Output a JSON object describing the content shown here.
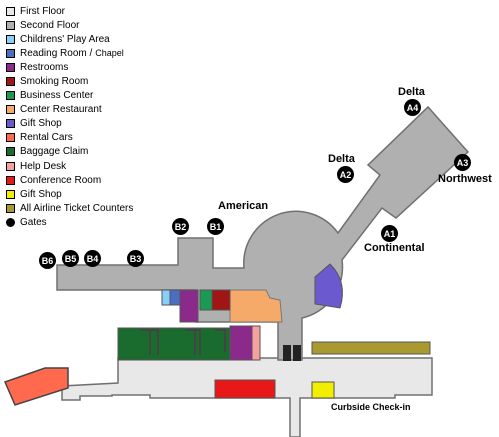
{
  "legend": {
    "items": [
      {
        "label": "First Floor",
        "color": "#e8e8e8"
      },
      {
        "label": "Second Floor",
        "color": "#b0b0b0"
      },
      {
        "label": "Childrens' Play Area",
        "color": "#87cefa"
      },
      {
        "label": "Reading Room /",
        "sub": "Chapel",
        "color": "#4a6fc0"
      },
      {
        "label": "Restrooms",
        "color": "#8b2a8b"
      },
      {
        "label": "Smoking Room",
        "color": "#a01515"
      },
      {
        "label": "Business Center",
        "color": "#1a9a55"
      },
      {
        "label": "Center Restaurant",
        "color": "#f6aa6a"
      },
      {
        "label": "Gift Shop",
        "color": "#6a5acd"
      },
      {
        "label": "Rental Cars",
        "color": "#ff6a4f"
      },
      {
        "label": "Baggage Claim",
        "color": "#1a6b2e"
      },
      {
        "label": "Help Desk",
        "color": "#f7a0a0"
      },
      {
        "label": "Conference Room",
        "color": "#e81818"
      },
      {
        "label": "Gift Shop",
        "color": "#f2ee00"
      },
      {
        "label": "All Airline Ticket Counters",
        "color": "#a89a30"
      }
    ],
    "gates_label": "Gates"
  },
  "gates": [
    "B6",
    "B5",
    "B4",
    "B3",
    "B2",
    "B1",
    "A1",
    "A2",
    "A3",
    "A4"
  ],
  "airlines": {
    "american": "American",
    "delta_a4": "Delta",
    "delta_a2": "Delta",
    "northwest": "Northwest",
    "continental": "Continental"
  },
  "curbside": "Curbside Check-in"
}
